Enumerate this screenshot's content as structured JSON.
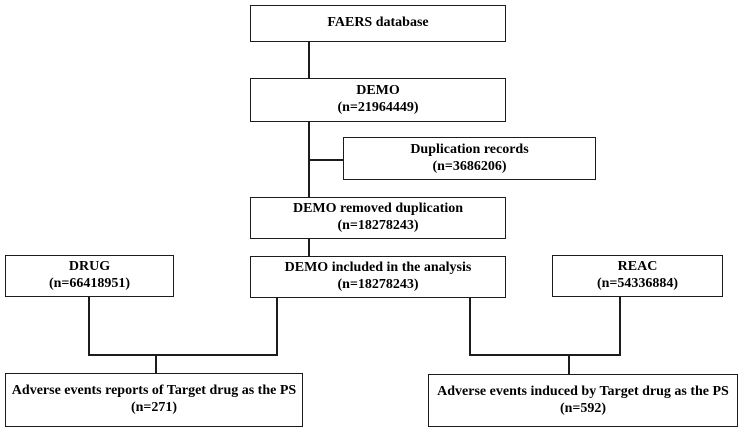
{
  "diagram": {
    "type": "flowchart",
    "description": "FAERS database record selection flowchart"
  },
  "colors": {
    "line": "#1c1c1c",
    "bg": "#ffffff",
    "text": "#000000"
  },
  "nodes": {
    "faers": {
      "label": "FAERS database"
    },
    "demo": {
      "label": "DEMO",
      "count": "(n=21964449)"
    },
    "duplication": {
      "label": "Duplication records",
      "count": "(n=3686206)"
    },
    "demo_removed": {
      "label": "DEMO removed duplication",
      "count": "(n=18278243)"
    },
    "drug": {
      "label": "DRUG",
      "count": "(n=66418951)"
    },
    "demo_included": {
      "label": "DEMO included in the analysis",
      "count": "(n=18278243)"
    },
    "reac": {
      "label": "REAC",
      "count": "(n=54336884)"
    },
    "adverse_reports": {
      "label": "Adverse events reports of Target drug as the PS",
      "count": "(n=271)"
    },
    "adverse_induced": {
      "label": "Adverse events induced by Target drug as the PS",
      "count": "(n=592)"
    }
  },
  "edges": [
    {
      "from": "faers",
      "to": "demo"
    },
    {
      "from": "demo",
      "to": "duplication"
    },
    {
      "from": "demo",
      "to": "demo_removed"
    },
    {
      "from": "demo_removed",
      "to": "demo_included"
    },
    {
      "from": "drug",
      "to": "adverse_reports"
    },
    {
      "from": "demo_included",
      "to": "adverse_reports"
    },
    {
      "from": "demo_included",
      "to": "adverse_induced"
    },
    {
      "from": "reac",
      "to": "adverse_induced"
    }
  ]
}
